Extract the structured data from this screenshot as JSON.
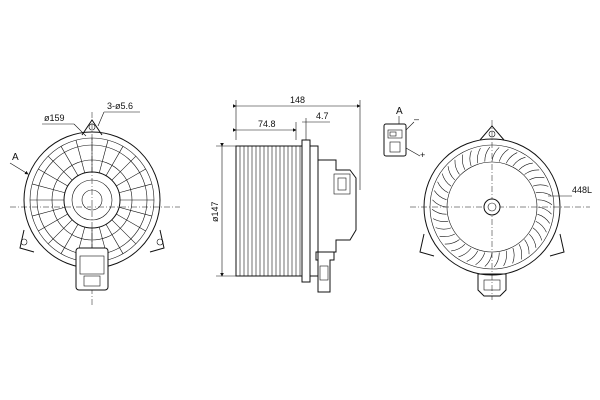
{
  "labels": {
    "dia_159": "ø159",
    "holes": "3-ø5.6",
    "view_a_left": "A",
    "len_148": "148",
    "len_748": "74.8",
    "len_47": "4.7",
    "dia_147": "ø147",
    "connector_a": "A",
    "minus": "–",
    "plus": "+",
    "rotation": "448L"
  }
}
